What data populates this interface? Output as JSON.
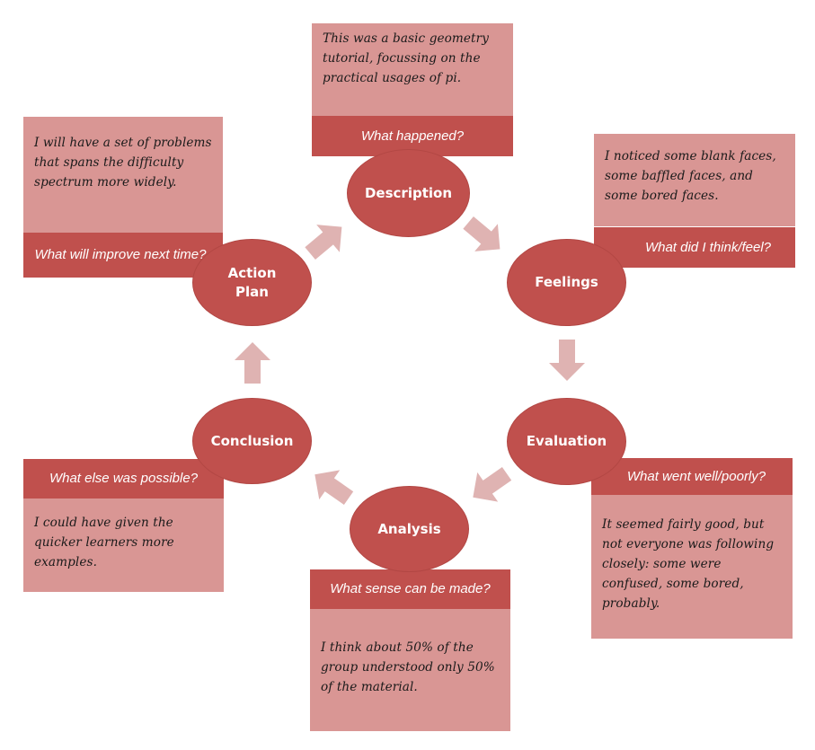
{
  "colors": {
    "node_fill": "#c0504d",
    "question_fill": "#c0504d",
    "note_fill": "#d99694",
    "arrow_fill": "#dfb3b2"
  },
  "stages": {
    "description": {
      "label": "Description",
      "question": "What happened?",
      "note": "This was a basic geometry tutorial, focussing on the practical usages of pi."
    },
    "feelings": {
      "label": "Feelings",
      "question": "What did I think/feel?",
      "note": "I noticed some blank faces, some baffled faces, and some bored faces."
    },
    "evaluation": {
      "label": "Evaluation",
      "question": "What went well/poorly?",
      "note": "It seemed fairly good, but not everyone was following closely: some were confused, some bored, probably."
    },
    "analysis": {
      "label": "Analysis",
      "question": "What sense can be made?",
      "note": "I think about 50% of the group understood only 50% of the material."
    },
    "conclusion": {
      "label": "Conclusion",
      "question": "What else was possible?",
      "note": "I could have given the quicker learners more examples."
    },
    "action_plan": {
      "label": "Action Plan",
      "question": "What will improve next time?",
      "note": "I will have a set of problems that spans the difficulty spectrum more widely."
    }
  }
}
